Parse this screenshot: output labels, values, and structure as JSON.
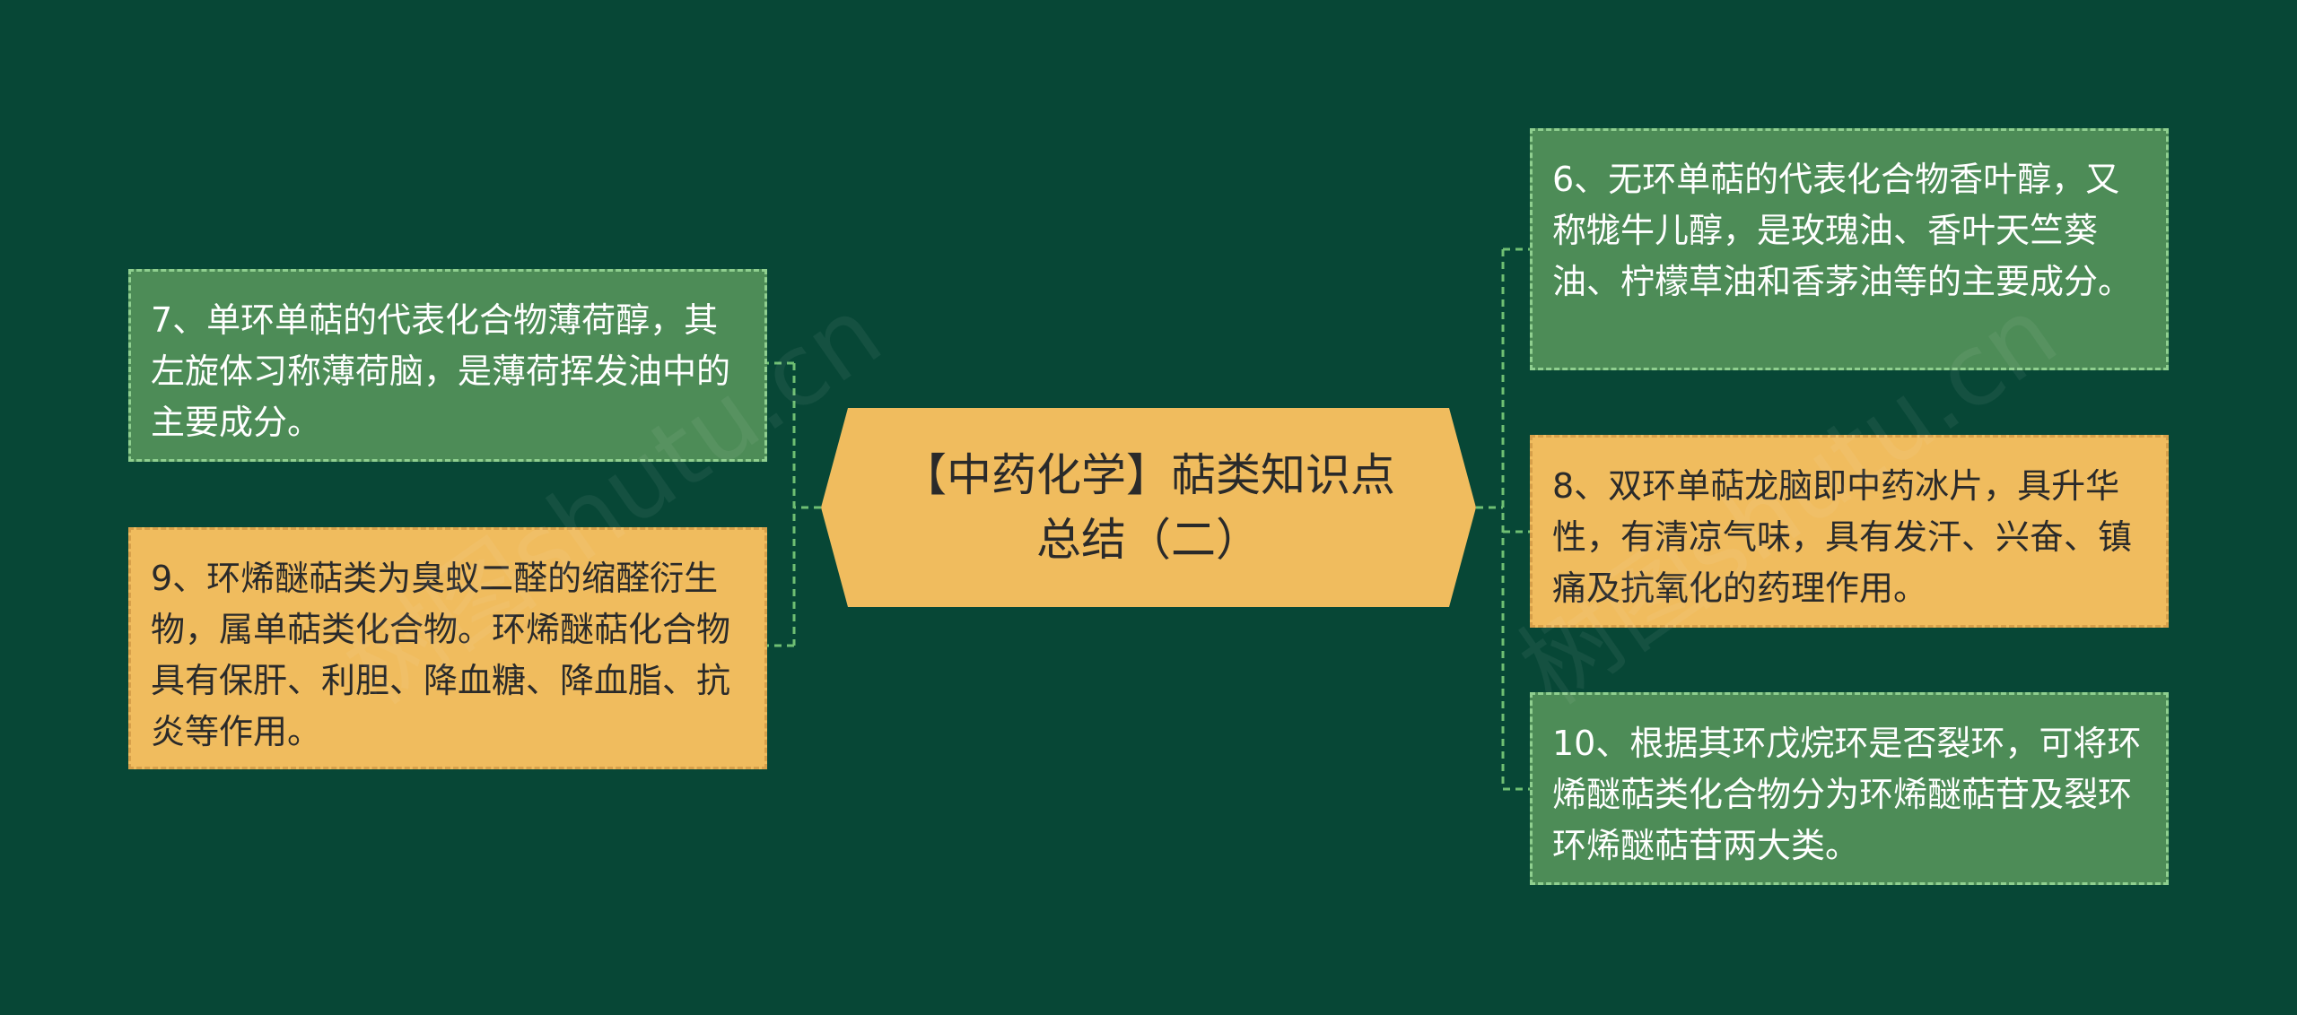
{
  "colors": {
    "background": "#074736",
    "green_node": "#4d8c57",
    "yellow_node": "#f0bc5e",
    "root": "#f0bc5e",
    "connector": "#6fbf73"
  },
  "root": {
    "title": "【中药化学】萜类知识点总结（二）"
  },
  "left_nodes": [
    {
      "id": "7",
      "text": "7、单环单萜的代表化合物薄荷醇，其左旋体习称薄荷脑，是薄荷挥发油中的主要成分。",
      "color": "green"
    },
    {
      "id": "9",
      "text": "9、环烯醚萜类为臭蚁二醛的缩醛衍生物，属单萜类化合物。环烯醚萜化合物具有保肝、利胆、降血糖、降血脂、抗炎等作用。",
      "color": "yellow"
    }
  ],
  "right_nodes": [
    {
      "id": "6",
      "text": "6、无环单萜的代表化合物香叶醇，又称牻牛儿醇，是玫瑰油、香叶天竺葵油、柠檬草油和香茅油等的主要成分。",
      "color": "green"
    },
    {
      "id": "8",
      "text": "8、双环单萜龙脑即中药冰片，具升华性，有清凉气味，具有发汗、兴奋、镇痛及抗氧化的药理作用。",
      "color": "yellow"
    },
    {
      "id": "10",
      "text": "10、根据其环戊烷环是否裂环，可将环烯醚萜类化合物分为环烯醚萜苷及裂环环烯醚萜苷两大类。",
      "color": "green"
    }
  ],
  "watermarks": [
    "树图shutu.cn",
    "树图shutu.cn"
  ]
}
